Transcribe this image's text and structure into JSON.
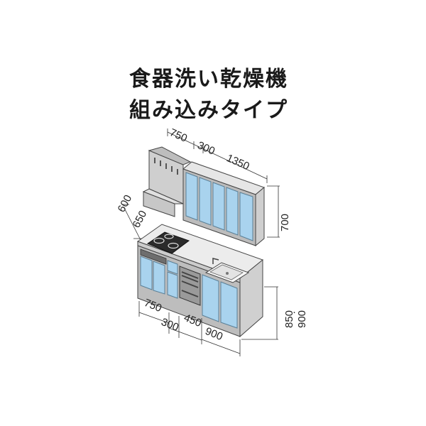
{
  "title": {
    "line1": "食器洗い乾燥機",
    "line2": "組み込みタイプ"
  },
  "dimensions": {
    "upper": {
      "hood_width": "750",
      "cabinet_a": "300",
      "cabinet_b": "1350",
      "height": "700"
    },
    "depth": {
      "d1": "600",
      "d2": "650"
    },
    "lower": {
      "left": "750",
      "mid_a": "300",
      "mid_b": "450",
      "right": "900",
      "height_a": "850",
      "height_b": "900"
    }
  },
  "colors": {
    "door_blue": "#a9d3ee",
    "door_edge": "#5a7f96",
    "body_gray": "#d6d6d6",
    "counter": "#ececec",
    "outline": "#333333"
  }
}
